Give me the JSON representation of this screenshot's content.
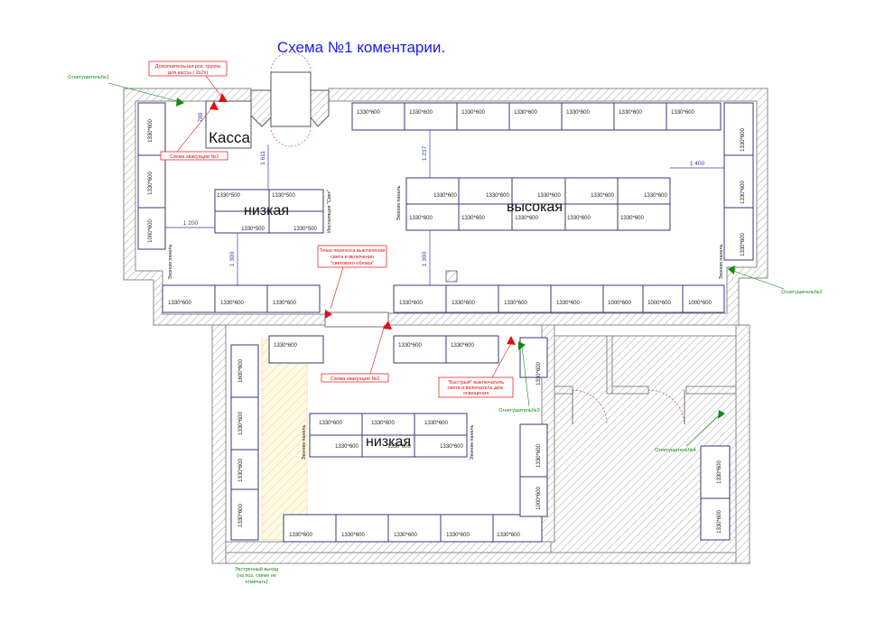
{
  "title": "Схема №1 коментарии.",
  "colors": {
    "title": "#1a1aff",
    "wall": "#8a8a8a",
    "fixture": "#3a3a7a",
    "red_note": "#e01010",
    "green_note": "#108a10"
  },
  "labels": {
    "kassa": "Касса",
    "low_1": "низкая",
    "low_2": "низкая",
    "high": "высокая",
    "slat_panel": "Эконом панель",
    "installation": "Инсталяция \"Свет\"",
    "emergency_exit": [
      "Экстренный выход",
      "(на поз. схеме не",
      "отмечать)"
    ]
  },
  "notes_red": {
    "cash_outlets": [
      "Дополнительная роз. группа",
      "для кассы ( 2х2х)"
    ],
    "evac_1": "Схема эвакуации №1",
    "evac_2": "Схема эвакуации №2",
    "light_switch_move": [
      "Точка переноса выключения",
      "света и включения",
      "\"светового облака\""
    ],
    "quick_switch": [
      "\"Быстрый\" выключатель",
      "света и включатель деж.",
      "освещения"
    ]
  },
  "notes_green": {
    "ext_1": "Огнетушитель№1",
    "ext_2": "Огнетушитель№2",
    "ext_3": "Огнетушитель№3",
    "ext_4": "Огнетушитель№4"
  },
  "dims": {
    "d780": "780",
    "d1611": "1 611",
    "d1237": "1 237",
    "d1400": "1 400",
    "d1200": "1 200",
    "d1300a": "1 300",
    "d1300b": "1 300"
  },
  "fixture_labels": {
    "s1330x600": "1330*600",
    "s1330x500": "1330*500",
    "s1000x600": "1000*600",
    "s1600x600": "1600*600"
  }
}
